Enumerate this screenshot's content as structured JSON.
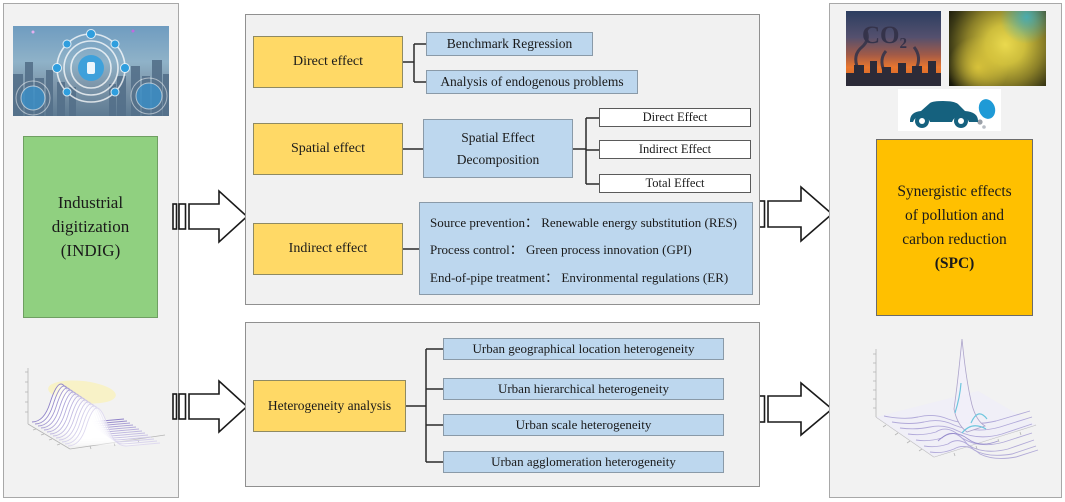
{
  "left": {
    "indig": {
      "lines": [
        "Industrial",
        "digitization",
        "(INDIG)"
      ]
    }
  },
  "effects": {
    "direct": {
      "label": "Direct effect",
      "items": [
        "Benchmark Regression",
        "Analysis of endogenous problems"
      ]
    },
    "spatial": {
      "label": "Spatial effect",
      "decomposition": [
        "Spatial Effect",
        "Decomposition"
      ],
      "outputs": [
        "Direct Effect",
        "Indirect Effect",
        "Total Effect"
      ]
    },
    "indirect": {
      "label": "Indirect effect",
      "mechanisms": [
        "Source prevention： Renewable energy substitution (RES)",
        "Process control： Green process innovation (GPI)",
        "End-of-pipe treatment： Environmental regulations (ER)"
      ]
    }
  },
  "heterogeneity": {
    "label": "Heterogeneity analysis",
    "items": [
      "Urban geographical location heterogeneity",
      "Urban hierarchical heterogeneity",
      "Urban scale heterogeneity",
      "Urban agglomeration heterogeneity"
    ]
  },
  "right": {
    "spc": {
      "lines": [
        "Synergistic effects",
        "of pollution and",
        "carbon reduction",
        "(SPC)"
      ]
    },
    "co2_text": "CO₂"
  },
  "colors": {
    "effect_yellow": "#FFD966",
    "result_blue": "#BDD7EE",
    "indig_green": "#90D080",
    "spc_orange": "#FFC000",
    "panel_gray": "#F2F2F2"
  }
}
